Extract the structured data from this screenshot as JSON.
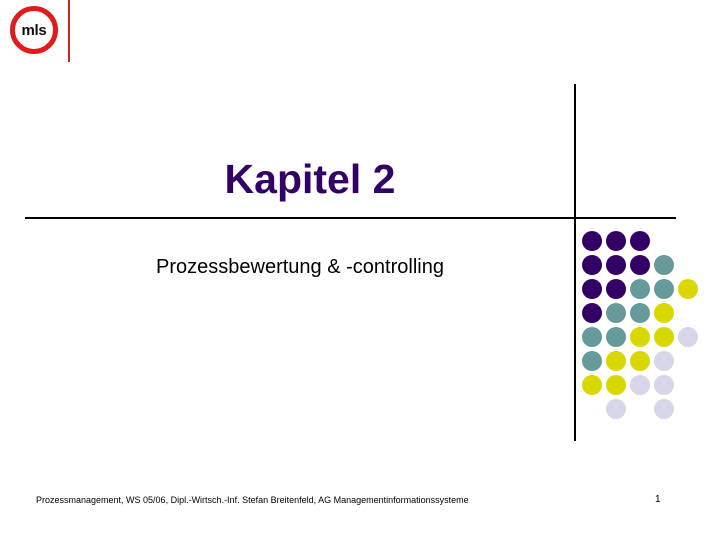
{
  "slide": {
    "title": "Kapitel 2",
    "subtitle": "Prozessbewertung & -controlling",
    "footer": "Prozessmanagement, WS 05/06, Dipl.-Wirtsch.-Inf. Stefan Breitenfeld, AG Managementinformationssysteme",
    "page_number": "1"
  },
  "logo": {
    "name": "mls-logo",
    "text": "mls",
    "circle_color": "#e01b1b",
    "frame_color": "#d42020"
  },
  "colors": {
    "title_purple": "#330066",
    "dot_purple": "#330066",
    "dot_teal": "#669999",
    "dot_yellow": "#d8d800",
    "dot_lavender": "#d6d6e8",
    "rule_black": "#000000",
    "background": "#ffffff"
  },
  "decoration": {
    "dot_grid": {
      "name": "dot-grid-decoration",
      "columns": 5,
      "rows": 8,
      "cell_size": 24,
      "dot_size": 20,
      "palette": {
        "p": "#330066",
        "t": "#669999",
        "y": "#d8d800",
        "l": "#d6d6e8"
      },
      "matrix": [
        [
          "p",
          "p",
          "p",
          "",
          ""
        ],
        [
          "p",
          "p",
          "p",
          "t",
          ""
        ],
        [
          "p",
          "p",
          "t",
          "t",
          "y"
        ],
        [
          "p",
          "t",
          "t",
          "y",
          ""
        ],
        [
          "t",
          "t",
          "y",
          "y",
          "l"
        ],
        [
          "t",
          "y",
          "y",
          "l",
          ""
        ],
        [
          "y",
          "y",
          "l",
          "l",
          ""
        ],
        [
          "",
          "l",
          "",
          "l",
          ""
        ]
      ]
    },
    "vertical_rule": {
      "name": "vertical-rule"
    },
    "horizontal_rule": {
      "name": "horizontal-rule"
    }
  }
}
